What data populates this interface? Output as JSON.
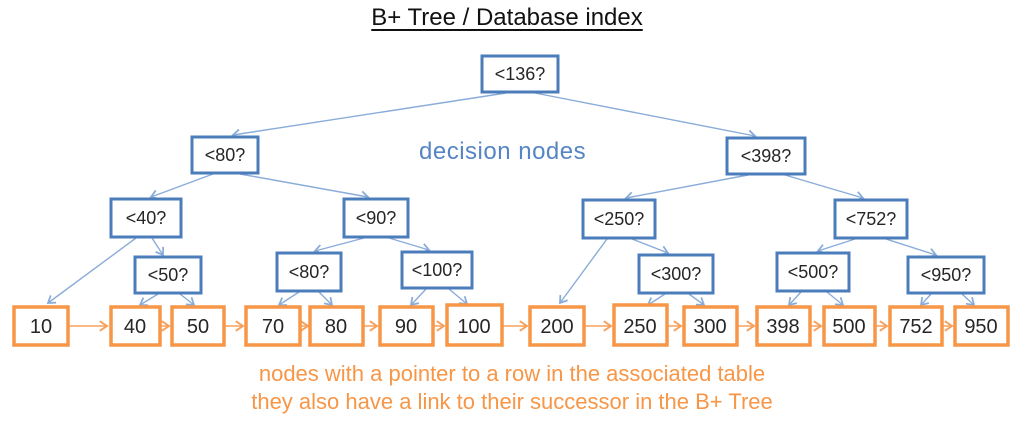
{
  "title": "B+ Tree / Database index",
  "annotations": {
    "decision_nodes_label": "decision nodes",
    "caption_line1": "nodes with a pointer to a row in the associated table",
    "caption_line2": "they also have a link to their successor in the B+ Tree"
  },
  "tree": {
    "root": {
      "label": "<136?"
    },
    "level2": [
      {
        "label": "<80?"
      },
      {
        "label": "<398?"
      }
    ],
    "level3": [
      {
        "label": "<40?"
      },
      {
        "label": "<90?"
      },
      {
        "label": "<250?"
      },
      {
        "label": "<752?"
      }
    ],
    "level4": [
      {
        "label": "<50?"
      },
      {
        "label": "<80?"
      },
      {
        "label": "<100?"
      },
      {
        "label": "<300?"
      },
      {
        "label": "<500?"
      },
      {
        "label": "<950?"
      }
    ],
    "leaves": [
      {
        "label": "10"
      },
      {
        "label": "40"
      },
      {
        "label": "50"
      },
      {
        "label": "70"
      },
      {
        "label": "80"
      },
      {
        "label": "90"
      },
      {
        "label": "100"
      },
      {
        "label": "200"
      },
      {
        "label": "250"
      },
      {
        "label": "300"
      },
      {
        "label": "398"
      },
      {
        "label": "500"
      },
      {
        "label": "752"
      },
      {
        "label": "950"
      }
    ]
  },
  "colors": {
    "decision_node_border": "#4b7dbb",
    "tree_edge": "#8aacd9",
    "decision_label_text": "#5585c4",
    "leaf_node_border": "#f79646",
    "leaf_chain_arrow": "#f7a05c",
    "caption_text": "#f79646",
    "node_text": "#262626",
    "title_text": "#111111"
  }
}
